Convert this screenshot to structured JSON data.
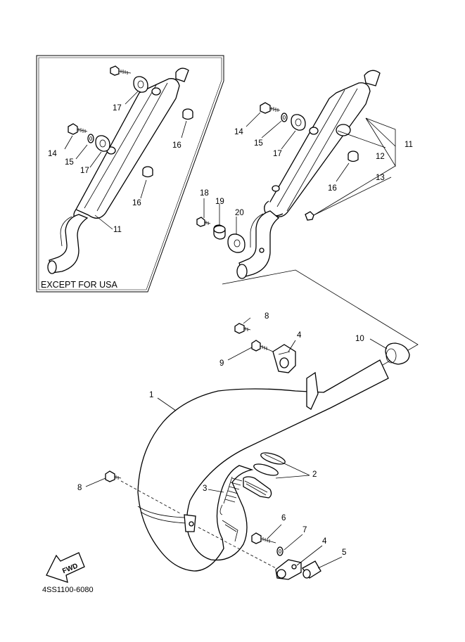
{
  "inset": {
    "label": "EXCEPT FOR USA"
  },
  "footer": {
    "code": "4SS1100-6080"
  },
  "fwd_mark": {
    "text": "FWD",
    "icon": "fwd-arrow-icon"
  },
  "callouts": {
    "c1": "1",
    "c2": "2",
    "c3": "3",
    "c4a": "4",
    "c4b": "4",
    "c5": "5",
    "c6": "6",
    "c7": "7",
    "c8a": "8",
    "c8b": "8",
    "c9": "9",
    "c10": "10",
    "c11a": "11",
    "c11b": "11",
    "c12": "12",
    "c13": "13",
    "c14a": "14",
    "c14b": "14",
    "c15a": "15",
    "c15b": "15",
    "c16a": "16",
    "c16b": "16",
    "c16c": "16",
    "c17a": "17",
    "c17b": "17",
    "c17c": "17",
    "c18": "18",
    "c19": "19",
    "c20": "20"
  }
}
